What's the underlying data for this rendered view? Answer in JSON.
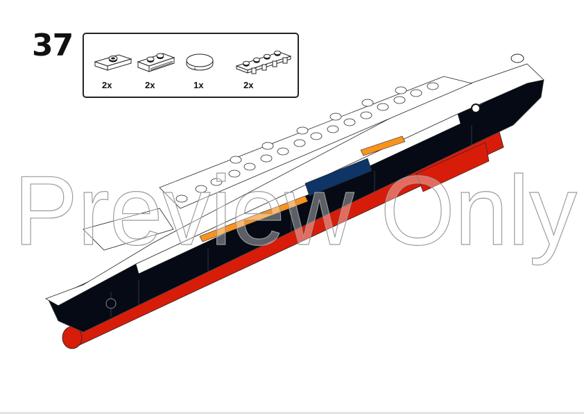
{
  "step": {
    "number": "37"
  },
  "parts_callout": {
    "parts": [
      {
        "name": "plate-1x2-with-jumper-stud",
        "qty": "2x"
      },
      {
        "name": "plate-1x2-with-rail",
        "qty": "2x"
      },
      {
        "name": "tile-round-2x2",
        "qty": "1x"
      },
      {
        "name": "plate-1x4-with-clips",
        "qty": "2x"
      }
    ]
  },
  "model": {
    "name": "ocean-liner-ship",
    "colors": {
      "hull": "#050a14",
      "keel": "#d81c0a",
      "deck": "#ffffff",
      "orange_rail": "#f7931e",
      "blue_bars": "#0f3566",
      "outline": "#222222"
    }
  },
  "watermark": {
    "text": "Preview Only"
  }
}
